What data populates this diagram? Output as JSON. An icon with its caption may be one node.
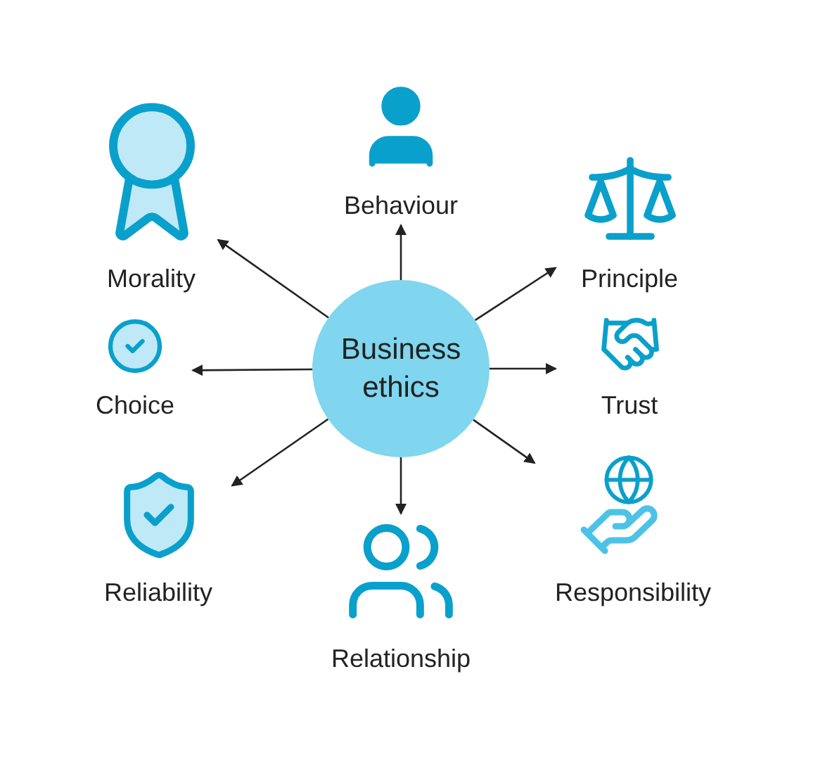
{
  "diagram": {
    "nodes": [
      {
        "text": [
          "Business ethics"
        ]
      },
      {
        "text": [
          "Behaviour"
        ]
      },
      {
        "text": [
          "Principle"
        ]
      },
      {
        "text": [
          "Trust"
        ]
      },
      {
        "text": [
          "Responsibility"
        ]
      },
      {
        "text": [
          "Relationship"
        ]
      },
      {
        "text": [
          "Reliability"
        ]
      },
      {
        "text": [
          "Choice"
        ]
      },
      {
        "text": [
          "Morality"
        ]
      }
    ],
    "edges": [
      {
        "from": 0,
        "to": 1,
        "arrow": "to"
      },
      {
        "from": 0,
        "to": 2,
        "arrow": "to"
      },
      {
        "from": 0,
        "to": 3,
        "arrow": "to"
      },
      {
        "from": 0,
        "to": 4,
        "arrow": "to"
      },
      {
        "from": 0,
        "to": 5,
        "arrow": "to"
      },
      {
        "from": 0,
        "to": 6,
        "arrow": "to"
      },
      {
        "from": 0,
        "to": 7,
        "arrow": "to"
      },
      {
        "from": 0,
        "to": 8,
        "arrow": "to"
      }
    ]
  }
}
